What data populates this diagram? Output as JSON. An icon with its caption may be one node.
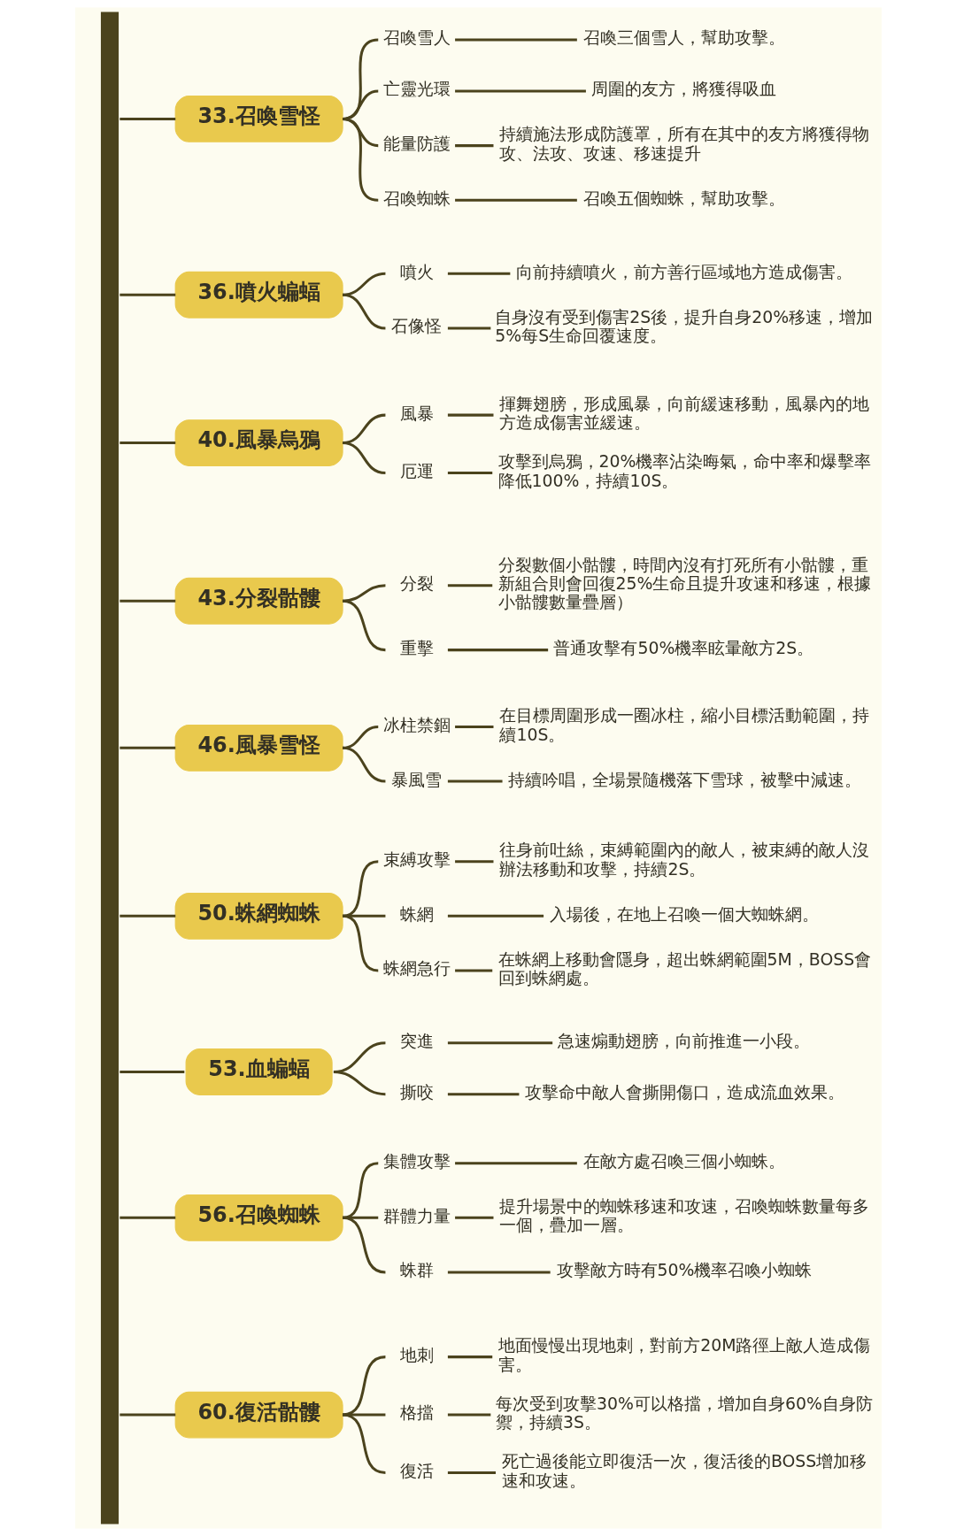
{
  "diagram": {
    "nodes": [
      {
        "text": [],
        "shape": "bar"
      },
      {
        "text": [
          "33.召喚雪怪"
        ]
      },
      {
        "text": [
          "召喚雪人"
        ]
      },
      {
        "text": [
          "召喚三個雪人，幫助攻擊。"
        ]
      },
      {
        "text": [
          "亡靈光環"
        ]
      },
      {
        "text": [
          "周圍的友方，將獲得吸血"
        ]
      },
      {
        "text": [
          "能量防護"
        ]
      },
      {
        "text": [
          "持續施法形成防護罩，所有在其中的友方將獲得物攻、法攻、攻速、移速提升"
        ]
      },
      {
        "text": [
          "召喚蜘蛛"
        ]
      },
      {
        "text": [
          "召喚五個蜘蛛，幫助攻擊。"
        ]
      },
      {
        "text": [
          "36.噴火蝙蝠"
        ]
      },
      {
        "text": [
          "噴火"
        ]
      },
      {
        "text": [
          "向前持續噴火，前方善行區域地方造成傷害。"
        ]
      },
      {
        "text": [
          "石像怪"
        ]
      },
      {
        "text": [
          "自身沒有受到傷害2S後，提升自身20%移速，增加5%每S生命回覆速度。"
        ]
      },
      {
        "text": [
          "40.風暴烏鴉"
        ]
      },
      {
        "text": [
          "風暴"
        ]
      },
      {
        "text": [
          "揮舞翅膀，形成風暴，向前緩速移動，風暴內的地方造成傷害並緩速。"
        ]
      },
      {
        "text": [
          "厄運"
        ]
      },
      {
        "text": [
          "攻擊到烏鴉，20%機率沾染晦氣，命中率和爆擊率降低100%，持續10S。"
        ]
      },
      {
        "text": [
          "43.分裂骷髏"
        ]
      },
      {
        "text": [
          "分裂"
        ]
      },
      {
        "text": [
          "分裂數個小骷髏，時間內沒有打死所有小骷髏，重新組合則會回復25%生命且提升攻速和移速，根據小骷髏數量疊層）"
        ]
      },
      {
        "text": [
          "重擊"
        ]
      },
      {
        "text": [
          "普通攻擊有50%機率眩暈敵方2S。"
        ]
      },
      {
        "text": [
          "46.風暴雪怪"
        ]
      },
      {
        "text": [
          "冰柱禁錮"
        ]
      },
      {
        "text": [
          "在目標周圍形成一圈冰柱，縮小目標活動範圍，持續10S。"
        ]
      },
      {
        "text": [
          "暴風雪"
        ]
      },
      {
        "text": [
          "持續吟唱，全場景隨機落下雪球，被擊中減速。"
        ]
      },
      {
        "text": [
          "50.蛛網蜘蛛"
        ]
      },
      {
        "text": [
          "束縛攻擊"
        ]
      },
      {
        "text": [
          "往身前吐絲，束縛範圍內的敵人，被束縛的敵人沒辦法移動和攻擊，持續2S。"
        ]
      },
      {
        "text": [
          "蛛網"
        ]
      },
      {
        "text": [
          "入場後，在地上召喚一個大蜘蛛網。"
        ]
      },
      {
        "text": [
          "蛛網急行"
        ]
      },
      {
        "text": [
          "在蛛網上移動會隱身，超出蛛網範圍5M，BOSS會回到蛛網處。"
        ]
      },
      {
        "text": [
          "53.血蝙蝠"
        ]
      },
      {
        "text": [
          "突進"
        ]
      },
      {
        "text": [
          "急速煽動翅膀，向前推進一小段。"
        ]
      },
      {
        "text": [
          "撕咬"
        ]
      },
      {
        "text": [
          "攻擊命中敵人會撕開傷口，造成流血效果。"
        ]
      },
      {
        "text": [
          "56.召喚蜘蛛"
        ]
      },
      {
        "text": [
          "集體攻擊"
        ]
      },
      {
        "text": [
          "在敵方處召喚三個小蜘蛛。"
        ]
      },
      {
        "text": [
          "群體力量"
        ]
      },
      {
        "text": [
          "提升場景中的蜘蛛移速和攻速，召喚蜘蛛數量每多一個，疊加一層。"
        ]
      },
      {
        "text": [
          "蛛群"
        ]
      },
      {
        "text": [
          "攻擊敵方時有50%機率召喚小蜘蛛"
        ]
      },
      {
        "text": [
          "60.復活骷髏"
        ]
      },
      {
        "text": [
          "地刺"
        ]
      },
      {
        "text": [
          "地面慢慢出現地刺，對前方20M路徑上敵人造成傷害。"
        ]
      },
      {
        "text": [
          "格擋"
        ]
      },
      {
        "text": [
          "每次受到攻擊30%可以格擋，增加自身60%自身防禦，持續3S。"
        ]
      },
      {
        "text": [
          "復活"
        ]
      },
      {
        "text": [
          "死亡過後能立即復活一次，復活後的BOSS增加移速和攻速。"
        ]
      }
    ],
    "edges": [
      {
        "from": 0,
        "to": 1,
        "arrow": "none"
      },
      {
        "from": 1,
        "to": 2,
        "arrow": "none"
      },
      {
        "from": 2,
        "to": 3,
        "arrow": "none"
      },
      {
        "from": 1,
        "to": 4,
        "arrow": "none"
      },
      {
        "from": 4,
        "to": 5,
        "arrow": "none"
      },
      {
        "from": 1,
        "to": 6,
        "arrow": "none"
      },
      {
        "from": 6,
        "to": 7,
        "arrow": "none"
      },
      {
        "from": 1,
        "to": 8,
        "arrow": "none"
      },
      {
        "from": 8,
        "to": 9,
        "arrow": "none"
      },
      {
        "from": 0,
        "to": 10,
        "arrow": "none"
      },
      {
        "from": 10,
        "to": 11,
        "arrow": "none"
      },
      {
        "from": 11,
        "to": 12,
        "arrow": "none"
      },
      {
        "from": 10,
        "to": 13,
        "arrow": "none"
      },
      {
        "from": 13,
        "to": 14,
        "arrow": "none"
      },
      {
        "from": 0,
        "to": 15,
        "arrow": "none"
      },
      {
        "from": 15,
        "to": 16,
        "arrow": "none"
      },
      {
        "from": 16,
        "to": 17,
        "arrow": "none"
      },
      {
        "from": 15,
        "to": 18,
        "arrow": "none"
      },
      {
        "from": 18,
        "to": 19,
        "arrow": "none"
      },
      {
        "from": 0,
        "to": 20,
        "arrow": "none"
      },
      {
        "from": 20,
        "to": 21,
        "arrow": "none"
      },
      {
        "from": 21,
        "to": 22,
        "arrow": "none"
      },
      {
        "from": 20,
        "to": 23,
        "arrow": "none"
      },
      {
        "from": 23,
        "to": 24,
        "arrow": "none"
      },
      {
        "from": 0,
        "to": 25,
        "arrow": "none"
      },
      {
        "from": 25,
        "to": 26,
        "arrow": "none"
      },
      {
        "from": 26,
        "to": 27,
        "arrow": "none"
      },
      {
        "from": 25,
        "to": 28,
        "arrow": "none"
      },
      {
        "from": 28,
        "to": 29,
        "arrow": "none"
      },
      {
        "from": 0,
        "to": 30,
        "arrow": "none"
      },
      {
        "from": 30,
        "to": 31,
        "arrow": "none"
      },
      {
        "from": 31,
        "to": 32,
        "arrow": "none"
      },
      {
        "from": 30,
        "to": 33,
        "arrow": "none"
      },
      {
        "from": 33,
        "to": 34,
        "arrow": "none"
      },
      {
        "from": 30,
        "to": 35,
        "arrow": "none"
      },
      {
        "from": 35,
        "to": 36,
        "arrow": "none"
      },
      {
        "from": 0,
        "to": 37,
        "arrow": "none"
      },
      {
        "from": 37,
        "to": 38,
        "arrow": "none"
      },
      {
        "from": 38,
        "to": 39,
        "arrow": "none"
      },
      {
        "from": 37,
        "to": 40,
        "arrow": "none"
      },
      {
        "from": 40,
        "to": 41,
        "arrow": "none"
      },
      {
        "from": 0,
        "to": 42,
        "arrow": "none"
      },
      {
        "from": 42,
        "to": 43,
        "arrow": "none"
      },
      {
        "from": 43,
        "to": 44,
        "arrow": "none"
      },
      {
        "from": 42,
        "to": 45,
        "arrow": "none"
      },
      {
        "from": 45,
        "to": 46,
        "arrow": "none"
      },
      {
        "from": 42,
        "to": 47,
        "arrow": "none"
      },
      {
        "from": 47,
        "to": 48,
        "arrow": "none"
      },
      {
        "from": 0,
        "to": 49,
        "arrow": "none"
      },
      {
        "from": 49,
        "to": 50,
        "arrow": "none"
      },
      {
        "from": 50,
        "to": 51,
        "arrow": "none"
      },
      {
        "from": 49,
        "to": 52,
        "arrow": "none"
      },
      {
        "from": 52,
        "to": 53,
        "arrow": "none"
      },
      {
        "from": 49,
        "to": 54,
        "arrow": "none"
      },
      {
        "from": 54,
        "to": 55,
        "arrow": "none"
      }
    ]
  }
}
